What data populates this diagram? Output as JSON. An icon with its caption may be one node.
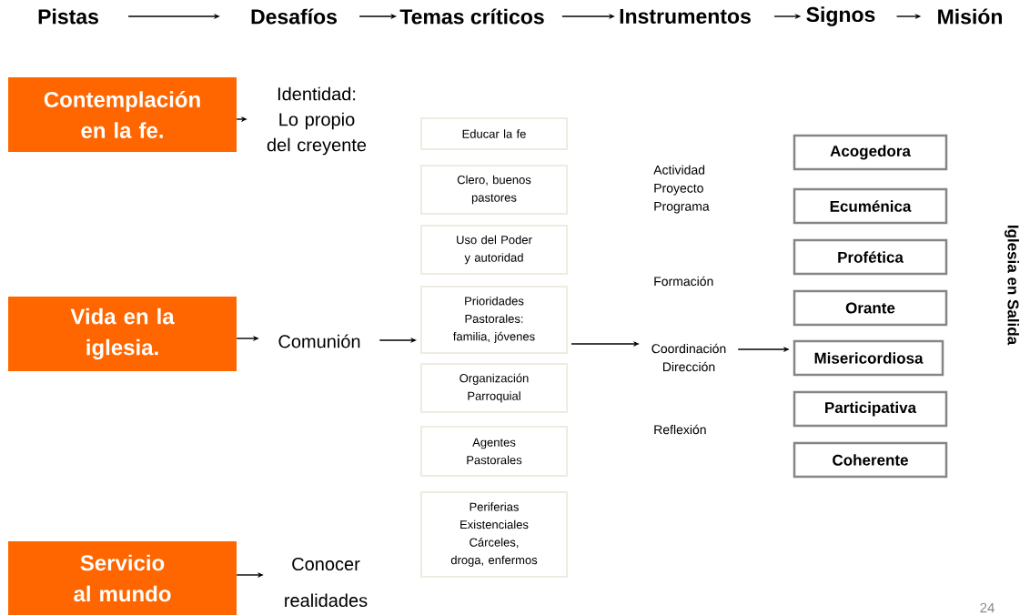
{
  "diagram": {
    "nodes": [
      {
        "text": [
          "Pistas"
        ]
      },
      {
        "text": [
          "Desafíos"
        ]
      },
      {
        "text": [
          "Temas críticos"
        ]
      },
      {
        "text": [
          "Instrumentos"
        ]
      },
      {
        "text": [
          "Signos"
        ]
      },
      {
        "text": [
          "Misión"
        ]
      },
      {
        "text": [
          "Contemplación en la fe."
        ]
      },
      {
        "text": [
          "Identidad: Lo propio del creyente"
        ]
      },
      {
        "text": [
          "Vida en la iglesia."
        ]
      },
      {
        "text": [
          "Comunión"
        ]
      },
      {
        "text": [
          "Servicio al mundo"
        ]
      },
      {
        "text": [
          "Conocer realidades"
        ]
      },
      {
        "text": [
          "Educar la fe"
        ]
      },
      {
        "text": [
          "Clero, buenos pastores"
        ]
      },
      {
        "text": [
          "Uso del Poder y autoridad"
        ]
      },
      {
        "text": [
          "Prioridades Pastorales: familia, jóvenes"
        ]
      },
      {
        "text": [
          "Organización Parroquial"
        ]
      },
      {
        "text": [
          "Agentes Pastorales"
        ]
      },
      {
        "text": [
          "Periferias Existenciales Cárceles, droga, enfermos"
        ]
      },
      {
        "text": [
          "Actividad Proyecto Programa"
        ]
      },
      {
        "text": [
          "Formación"
        ]
      },
      {
        "text": [
          "Coordinación Dirección"
        ]
      },
      {
        "text": [
          "Reflexión"
        ]
      },
      {
        "text": [
          "Acogedora"
        ]
      },
      {
        "text": [
          "Ecuménica"
        ]
      },
      {
        "text": [
          "Profética"
        ]
      },
      {
        "text": [
          "Orante"
        ]
      },
      {
        "text": [
          "Misericordiosa"
        ]
      },
      {
        "text": [
          "Participativa"
        ]
      },
      {
        "text": [
          "Coherente"
        ]
      }
    ],
    "edges": [
      {
        "from": 0,
        "to": 1,
        "arrow": "to"
      },
      {
        "from": 1,
        "to": 2,
        "arrow": "to"
      },
      {
        "from": 2,
        "to": 3,
        "arrow": "to"
      },
      {
        "from": 3,
        "to": 4,
        "arrow": "to"
      },
      {
        "from": 4,
        "to": 5,
        "arrow": "to"
      },
      {
        "from": 6,
        "to": 7,
        "arrow": "to"
      },
      {
        "from": 8,
        "to": 9,
        "arrow": "to"
      },
      {
        "from": 10,
        "to": 11,
        "arrow": "to"
      },
      {
        "from": 9,
        "to": 15,
        "arrow": "to"
      },
      {
        "from": 15,
        "to": 21,
        "arrow": "to"
      },
      {
        "from": 21,
        "to": 27,
        "arrow": "to"
      }
    ],
    "labels": [
      "Iglesia  en Salida",
      "24"
    ]
  }
}
